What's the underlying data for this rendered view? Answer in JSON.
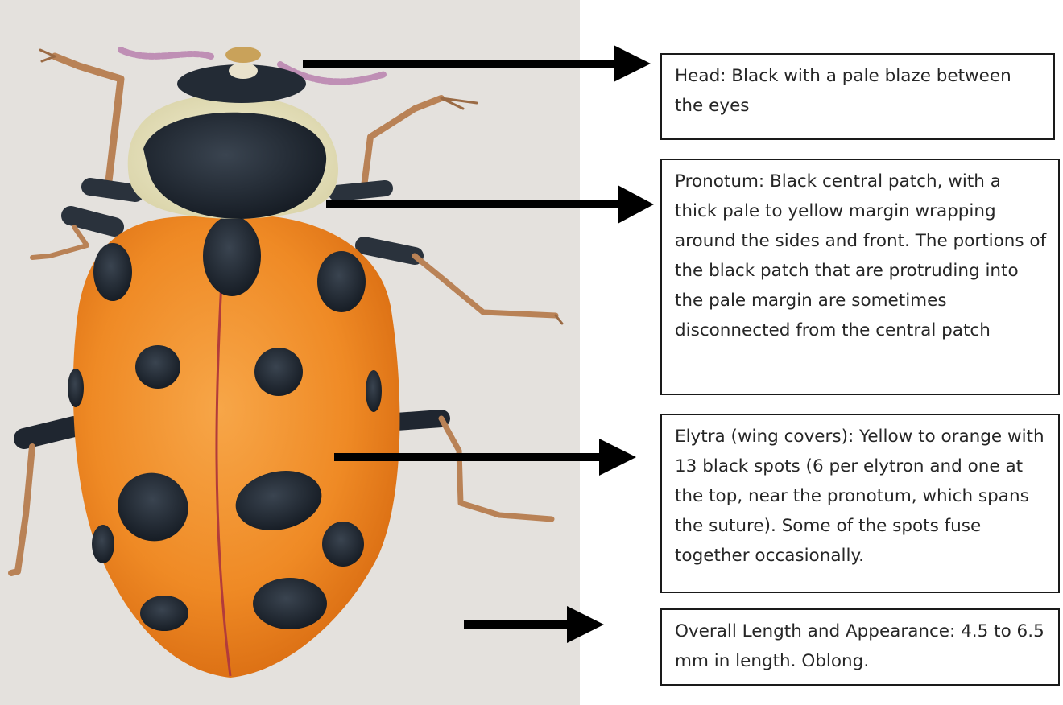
{
  "labels": {
    "head": "Head: Black with a pale blaze between the eyes",
    "pronotum": "Pronotum: Black central patch, with a thick pale to yellow margin wrapping around the sides and front. The portions of the black patch that are protruding into the pale margin are sometimes disconnected from the central patch",
    "elytra": "Elytra (wing covers): Yellow to orange with 13 black spots (6 per elytron and one at the top, near the pronotum, which spans the suture). Some of the spots fuse together occasionally.",
    "length": "Overall Length and Appearance: 4.5 to 6.5 mm in length. Oblong."
  },
  "colors": {
    "paper": "#e4e1dd",
    "elytra": "#ef8a25",
    "elytra_shadow": "#d86a12",
    "spot": "#1f2630",
    "pronotum_margin": "#ebe6c6",
    "leg": "#b98256",
    "antenna": "#bf8fb5",
    "arrow": "#000000",
    "box_border": "#1a1a1a"
  }
}
